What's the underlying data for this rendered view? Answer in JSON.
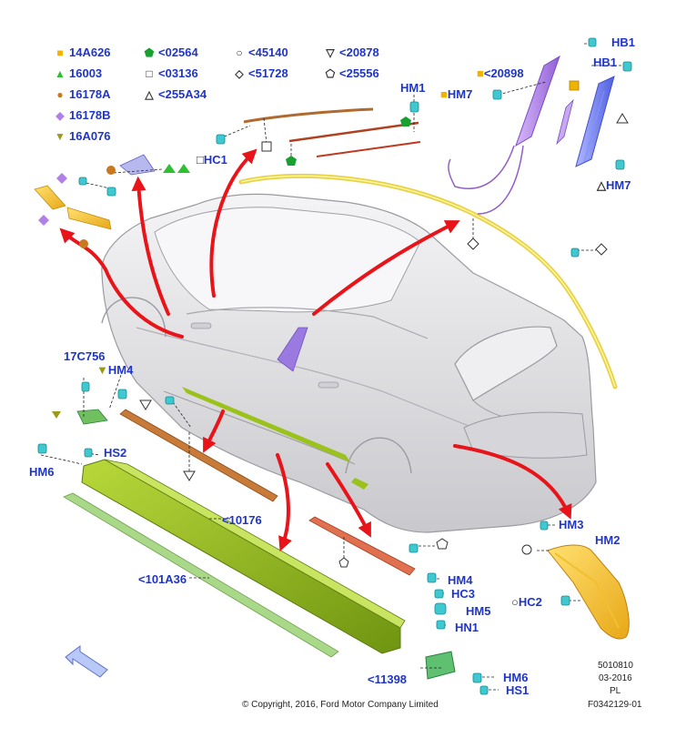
{
  "legend": [
    {
      "symbol": "■",
      "color": "#f0b400",
      "code": "14A626"
    },
    {
      "symbol": "▲",
      "color": "#2ec02e",
      "code": "16003"
    },
    {
      "symbol": "●",
      "color": "#c8781e",
      "code": "16178A"
    },
    {
      "symbol": "◆",
      "color": "#b080e8",
      "code": "16178B"
    },
    {
      "symbol": "▼",
      "color": "#9a9a18",
      "code": "16A076"
    },
    {
      "symbol": "⬟",
      "color": "#18a030",
      "code": "<02564"
    },
    {
      "symbol": "□",
      "color": "#333333",
      "code": "<03136"
    },
    {
      "symbol": "△",
      "color": "#333333",
      "code": "<255A34"
    },
    {
      "symbol": "○",
      "color": "#333333",
      "code": "<45140"
    },
    {
      "symbol": "◇",
      "color": "#333333",
      "code": "<51728"
    },
    {
      "symbol": "▽",
      "color": "#333333",
      "code": "<20878"
    },
    {
      "symbol": "⬠",
      "color": "#333333",
      "code": "<25556"
    }
  ],
  "callouts": {
    "hb1_top": "HB1",
    "hb1_mid": "HB1",
    "c20898": "<20898",
    "hm7_left": "HM7",
    "hm7_right": "HM7",
    "hm1": "HM1",
    "hc1": "HC1",
    "c17c756": "17C756",
    "hm4_left": "HM4",
    "hs2": "HS2",
    "hm6_left": "HM6",
    "c10176": "<10176",
    "c101a36": "<101A36",
    "hm4_bottom": "HM4",
    "hc3": "HC3",
    "hm5": "HM5",
    "hn1": "HN1",
    "c11398": "<11398",
    "hm6_bottom": "HM6",
    "hs1": "HS1",
    "hm3": "HM3",
    "hm2": "HM2",
    "hc2": "HC2"
  },
  "footer": {
    "copyright": "© Copyright, 2016, Ford Motor Company Limited",
    "ref_number": "5010810",
    "date": "03-2016",
    "lang": "PL",
    "figure_id": "F0342129-01"
  },
  "colors": {
    "label_blue": "#1f35c8",
    "arrow_red": "#e8141a",
    "sill_green": "#9ac21a",
    "clip_cyan": "#40c8d0",
    "body_grey": "#e6e6e8"
  }
}
